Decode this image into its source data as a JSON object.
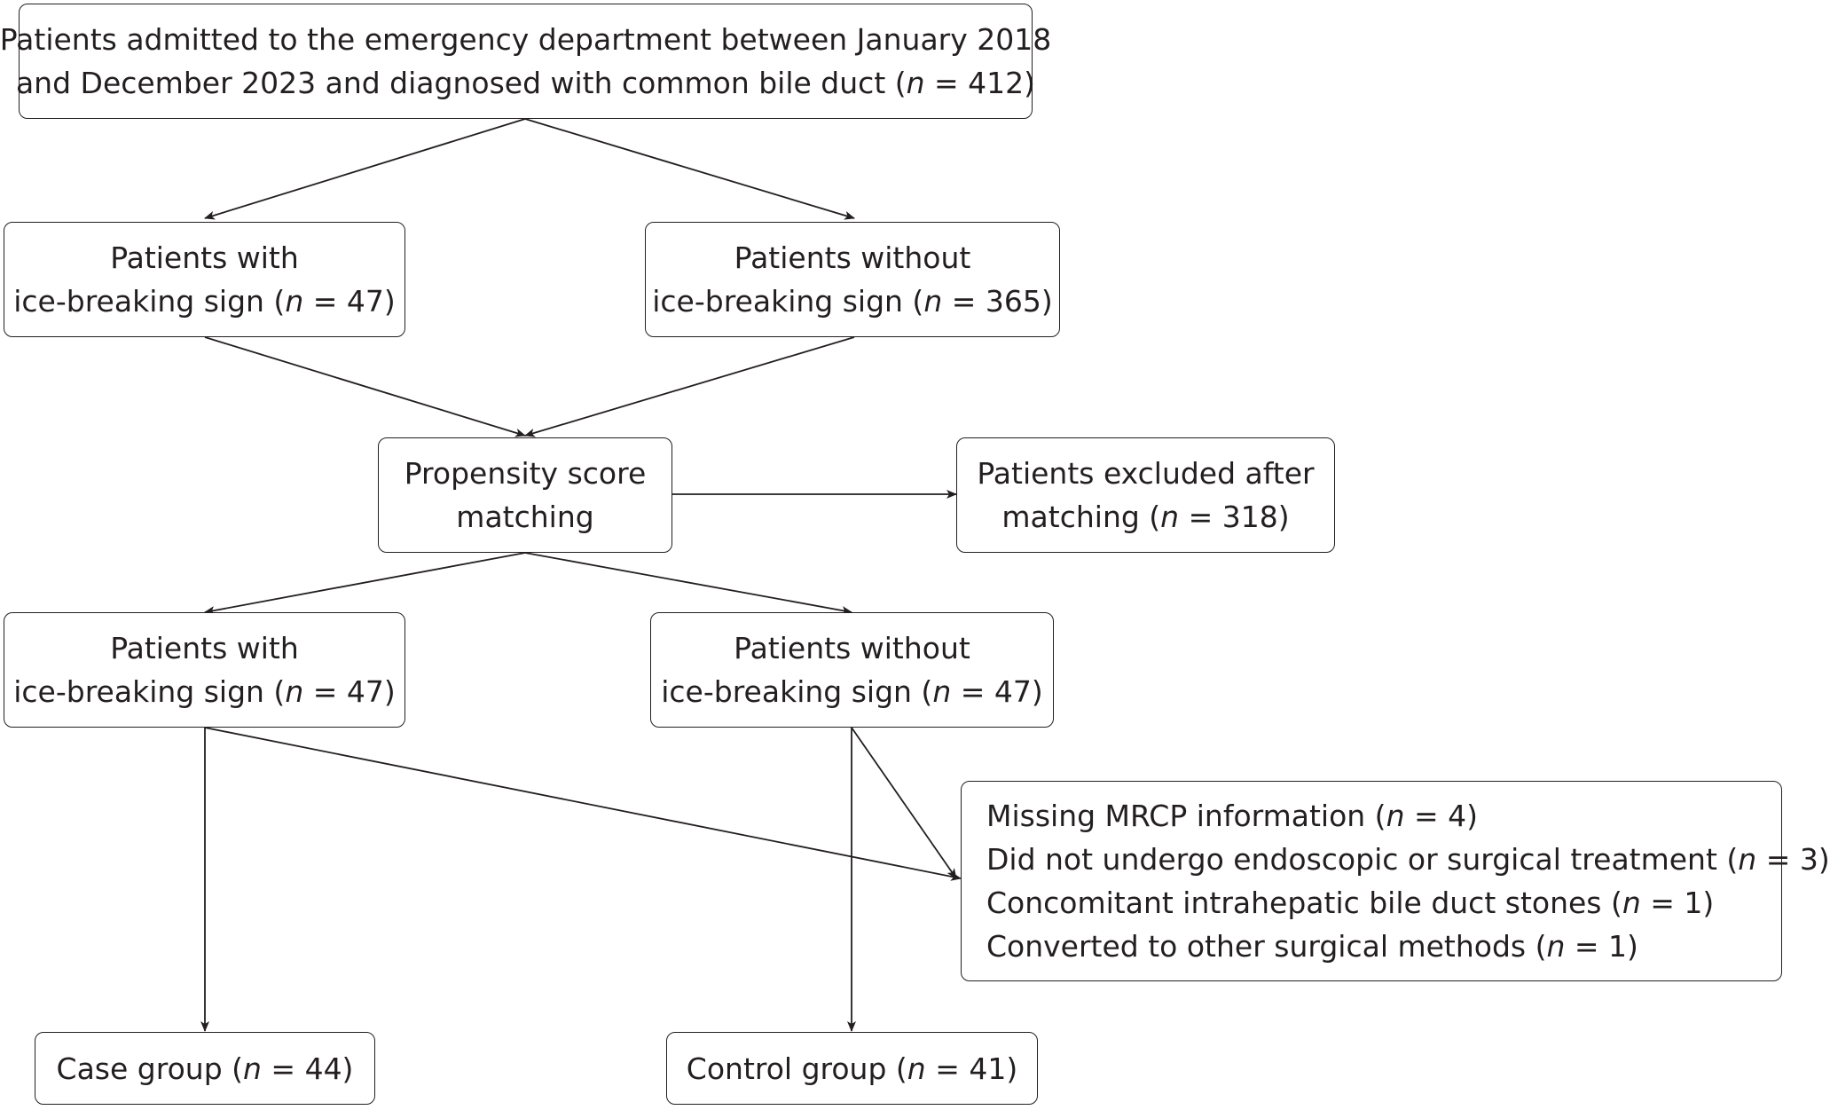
{
  "boxes": {
    "admitted": {
      "line1": "Patients admitted to the emergency department between January 2018",
      "line2_pre": "and December 2023 and diagnosed with common bile duct (",
      "n": "n",
      "line2_post": " = 412)"
    },
    "with_sign_1": {
      "line1": "Patients with",
      "line2_pre": "ice-breaking sign (",
      "n": "n",
      "line2_post": " = 47)"
    },
    "without_sign_1": {
      "line1": "Patients without",
      "line2_pre": "ice-breaking sign (",
      "n": "n",
      "line2_post": " = 365)"
    },
    "psm": {
      "line1": "Propensity score",
      "line2": "matching"
    },
    "excluded": {
      "line1": "Patients excluded after",
      "line2_pre": "matching (",
      "n": "n",
      "line2_post": " = 318)"
    },
    "with_sign_2": {
      "line1": "Patients with",
      "line2_pre": "ice-breaking sign (",
      "n": "n",
      "line2_post": " = 47)"
    },
    "without_sign_2": {
      "line1": "Patients without",
      "line2_pre": "ice-breaking sign (",
      "n": "n",
      "line2_post": " = 47)"
    },
    "exclusions": [
      {
        "pre": "Missing MRCP information (",
        "n": "n",
        "post": " = 4)"
      },
      {
        "pre": "Did not undergo endoscopic or surgical treatment (",
        "n": "n",
        "post": " = 3)"
      },
      {
        "pre": "Concomitant intrahepatic bile duct stones (",
        "n": "n",
        "post": " = 1)"
      },
      {
        "pre": "Converted to other surgical methods (",
        "n": "n",
        "post": " = 1)"
      }
    ],
    "case_group": {
      "pre": "Case group (",
      "n": "n",
      "post": " = 44)"
    },
    "control_group": {
      "pre": "Control group (",
      "n": "n",
      "post": " = 41)"
    }
  }
}
